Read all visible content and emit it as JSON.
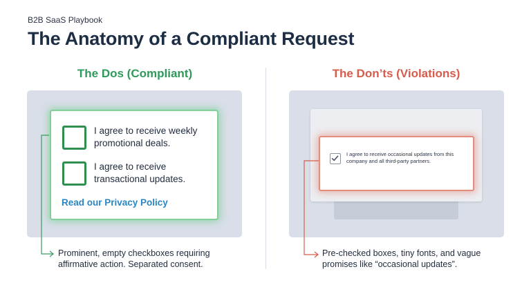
{
  "header": {
    "eyebrow": "B2B SaaS Playbook",
    "title": "The Anatomy of a Compliant Request"
  },
  "dos": {
    "heading": "The Dos (Compliant)",
    "color": "#2e9a5b",
    "options": [
      {
        "label": "I agree to receive weekly promotional deals.",
        "checked": false
      },
      {
        "label": "I agree to receive transactional updates.",
        "checked": false
      }
    ],
    "link": "Read our Privacy Policy",
    "caption": "Prominent, empty checkboxes requiring affirmative action. Separated consent."
  },
  "donts": {
    "heading": "The Don’ts (Violations)",
    "color": "#d65c4c",
    "option": {
      "label": "I agree to receive occasional updates from this company and all third-party partners.",
      "checked": true
    },
    "caption": "Pre-checked boxes, tiny fonts, and vague promises like “occasional updates”."
  },
  "icons": {
    "arrow": "arrow-right-icon",
    "check": "checkmark-icon"
  }
}
